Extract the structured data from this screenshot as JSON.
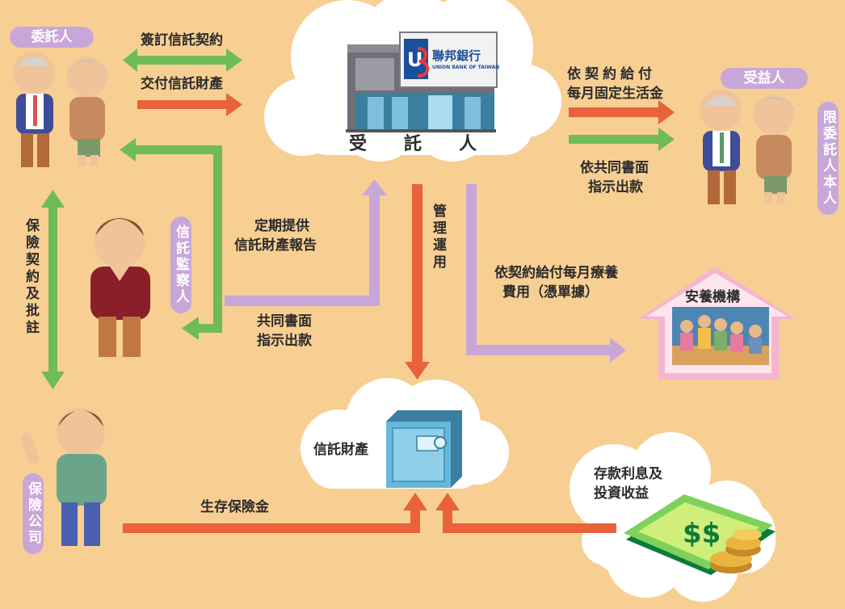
{
  "nodes": {
    "settlor": "委託人",
    "beneficiary": "受益人",
    "beneficiary_note": "限委託人本人",
    "supervisor": "信託監察人",
    "insurer": "保險公司",
    "trustee": "受託人",
    "trust_property": "信託財產",
    "care_home": "安養機構"
  },
  "bank_logo": {
    "name_zh": "聯邦銀行",
    "name_en": "UNION BANK OF TAIWAN"
  },
  "flows": {
    "sign_contract": "簽訂信託契約",
    "deliver_property": "交付信託財產",
    "monthly_living_1": "依契約給付",
    "monthly_living_2": "每月固定生活金",
    "joint_written_1": "依共同書面",
    "joint_written_2": "指示出款",
    "report_1": "定期提供",
    "report_2": "信託財產報告",
    "joint_instr_1": "共同書面",
    "joint_instr_2": "指示出款",
    "manage": "管理運用",
    "care_fee_1": "依契約給付每月療養",
    "care_fee_2": "費用（憑單據）",
    "insurance_contract": "保險契約及批註",
    "survival_benefit": "生存保險金",
    "interest_1": "存款利息及",
    "interest_2": "投資收益"
  },
  "colors": {
    "background": "#f8cf93",
    "orange_arrow": "#e8623a",
    "green_arrow": "#6fba5a",
    "purple_arrow": "#c9a6d8",
    "pill": "#c9a6d8"
  }
}
